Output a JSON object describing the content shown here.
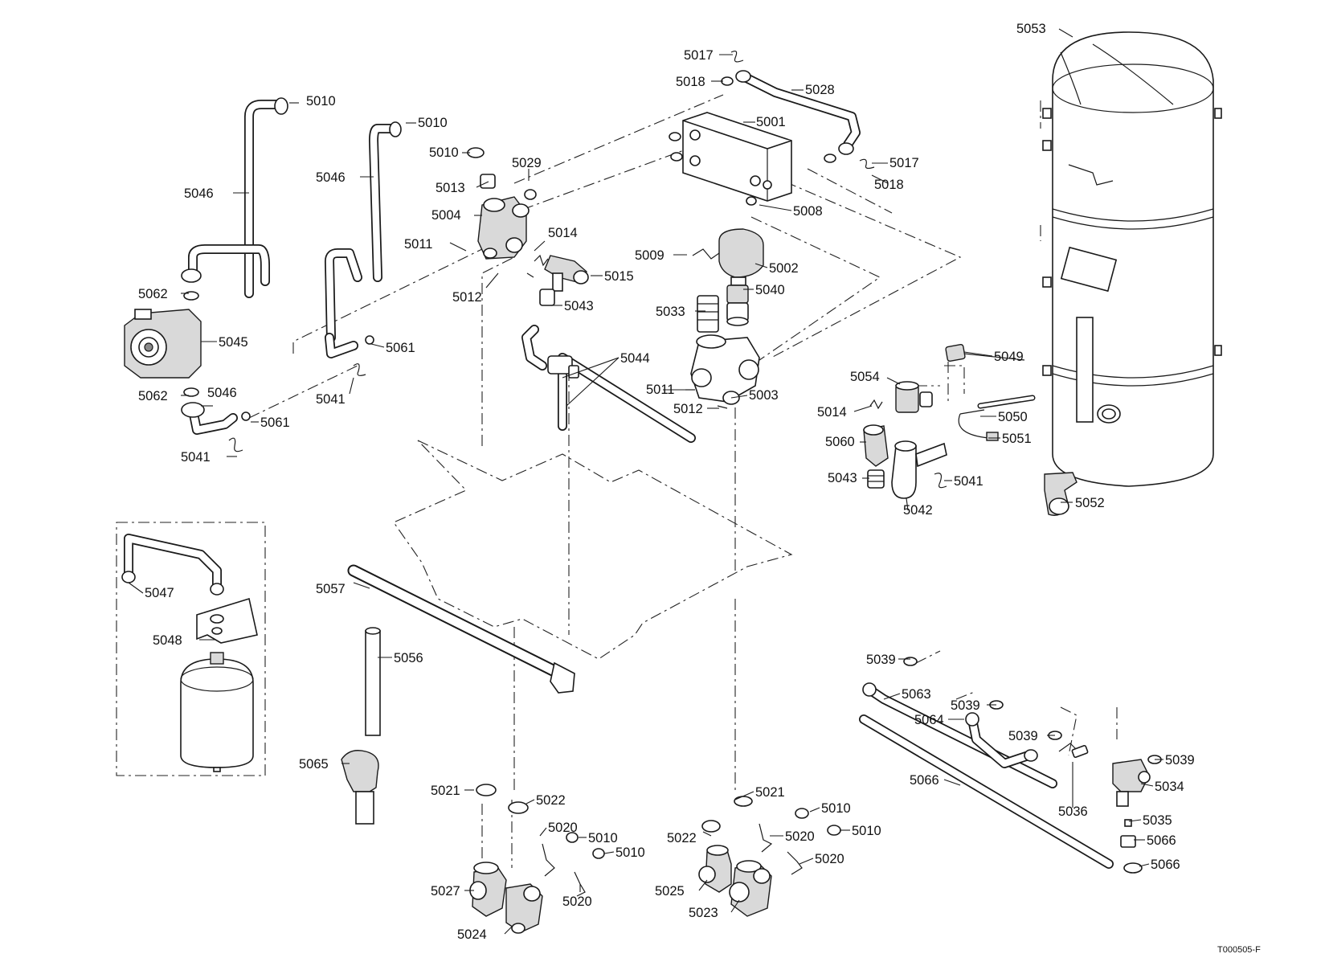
{
  "labels": {
    "l_5053": "5053",
    "l_5017a": "5017",
    "l_5018a": "5018",
    "l_5028": "5028",
    "l_5010a": "5010",
    "l_5010b": "5010",
    "l_5010c": "5010",
    "l_5001": "5001",
    "l_5017b": "5017",
    "l_5018b": "5018",
    "l_5029": "5029",
    "l_5046a": "5046",
    "l_5046b": "5046",
    "l_5013": "5013",
    "l_5004": "5004",
    "l_5008": "5008",
    "l_5014a": "5014",
    "l_5011a": "5011",
    "l_5009": "5009",
    "l_5002": "5002",
    "l_5015": "5015",
    "l_5012a": "5012",
    "l_5040": "5040",
    "l_5062a": "5062",
    "l_5043a": "5043",
    "l_5033": "5033",
    "l_5045": "5045",
    "l_5061a": "5061",
    "l_5049": "5049",
    "l_5044": "5044",
    "l_5054": "5054",
    "l_5041a": "5041",
    "l_5011b": "5011",
    "l_5062b": "5062",
    "l_5046c": "5046",
    "l_5003": "5003",
    "l_5012b": "5012",
    "l_5014b": "5014",
    "l_5050": "5050",
    "l_5061b": "5061",
    "l_5051": "5051",
    "l_5060": "5060",
    "l_5041b": "5041",
    "l_5043b": "5043",
    "l_5041c": "5041",
    "l_5052": "5052",
    "l_5042": "5042",
    "l_5047": "5047",
    "l_5057": "5057",
    "l_5048": "5048",
    "l_5056": "5056",
    "l_5039a": "5039",
    "l_5063": "5063",
    "l_5039b": "5039",
    "l_5064": "5064",
    "l_5039c": "5039",
    "l_5065": "5065",
    "l_5039d": "5039",
    "l_5066a": "5066",
    "l_5034": "5034",
    "l_5021a": "5021",
    "l_5022a": "5022",
    "l_5021b": "5021",
    "l_5010d": "5010",
    "l_5036": "5036",
    "l_5035": "5035",
    "l_5020a": "5020",
    "l_5010e": "5010",
    "l_5022b": "5022",
    "l_5020b": "5020",
    "l_5010f": "5010",
    "l_5010g": "5010",
    "l_5066b": "5066",
    "l_5027": "5027",
    "l_5020c": "5020",
    "l_5066c": "5066",
    "l_5025": "5025",
    "l_5020d": "5020",
    "l_5024": "5024",
    "l_5023": "5023"
  },
  "drawing_ref": "T000505-F"
}
